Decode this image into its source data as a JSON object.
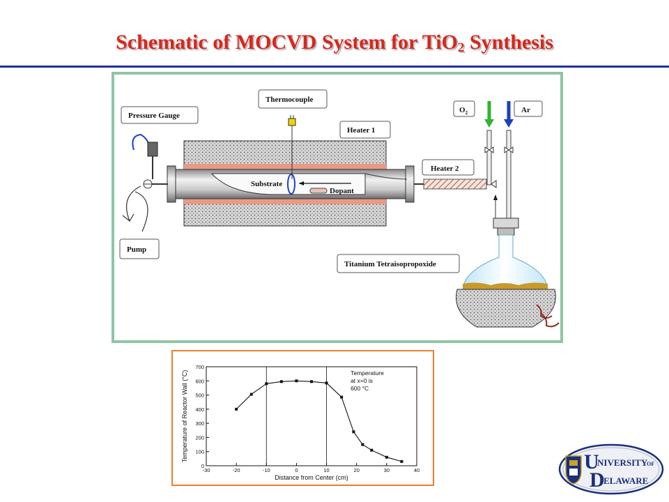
{
  "slide": {
    "title_main": "Schematic of MOCVD System for TiO",
    "title_sub": "2",
    "title_tail": " Synthesis"
  },
  "schematic": {
    "labels": {
      "pressure_gauge": "Pressure Gauge",
      "pump": "Pump",
      "thermocouple": "Thermocouple",
      "heater1": "Heater 1",
      "heater2": "Heater 2",
      "substrate": "Substrate",
      "dopant": "Dopant",
      "o2_main": "O",
      "o2_sub": "2",
      "ar": "Ar",
      "precursor": "Titanium Tetraisopropoxide"
    },
    "colors": {
      "o2_arrow": "#2fb52f",
      "ar_arrow": "#1a3fbf",
      "precursor_liquid": "#c89a2a",
      "heater_band": "#e89a86"
    }
  },
  "chart_data": {
    "type": "line",
    "xlabel": "Distance from Center (cm)",
    "ylabel": "Temperature of Reactor Wall (°C)",
    "xlim": [
      -30,
      40
    ],
    "ylim": [
      0,
      700
    ],
    "xticks": [
      -30,
      -20,
      -10,
      0,
      10,
      20,
      30,
      40
    ],
    "yticks": [
      0,
      100,
      200,
      300,
      400,
      500,
      600,
      700
    ],
    "vlines": [
      -10,
      10
    ],
    "annotation": [
      "Temperature",
      "at x=0 is",
      "600 °C"
    ],
    "series": [
      {
        "x": [
          -20,
          -15,
          -10,
          -5,
          0,
          5,
          10,
          15,
          19,
          22,
          25,
          30,
          35
        ],
        "y": [
          400,
          505,
          580,
          595,
          600,
          595,
          585,
          485,
          240,
          150,
          110,
          60,
          30
        ]
      }
    ]
  },
  "logo": {
    "text_top_big": "U",
    "text_top": "NIVERSITY",
    "text_of": "OF",
    "text_bottom_big": "D",
    "text_bottom": "ELAWARE"
  }
}
